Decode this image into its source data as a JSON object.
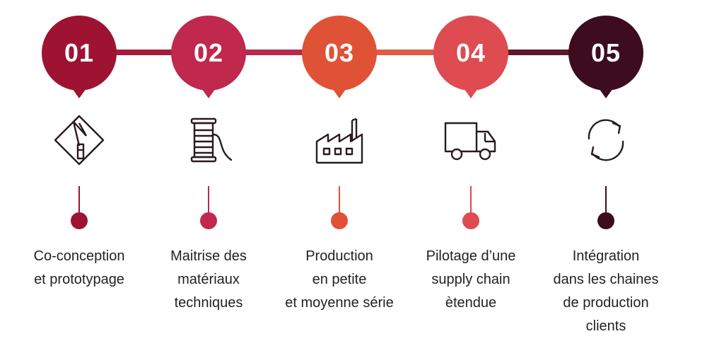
{
  "steps": [
    {
      "number": "01",
      "color": "#9d1331",
      "icon": "design-tool-icon",
      "label_lines": [
        "Co-conception",
        "et prototypage"
      ]
    },
    {
      "number": "02",
      "color": "#c0284e",
      "icon": "thread-spool-icon",
      "label_lines": [
        "Maitrise des",
        "matériaux",
        "techniques"
      ]
    },
    {
      "number": "03",
      "color": "#e05236",
      "icon": "factory-icon",
      "label_lines": [
        "Production",
        "en petite",
        "et moyenne série"
      ]
    },
    {
      "number": "04",
      "color": "#de4b51",
      "icon": "delivery-truck-icon",
      "label_lines": [
        "Pilotage d’une",
        "supply chain",
        "ètendue"
      ]
    },
    {
      "number": "05",
      "color": "#3d0c1e",
      "icon": "refresh-cycle-icon",
      "label_lines": [
        "Intégration",
        "dans les chaines",
        "de production",
        "clients"
      ]
    }
  ],
  "connector_colors": [
    "#a71a3b",
    "#b8294a",
    "#e05a46",
    "#5a1a28"
  ]
}
